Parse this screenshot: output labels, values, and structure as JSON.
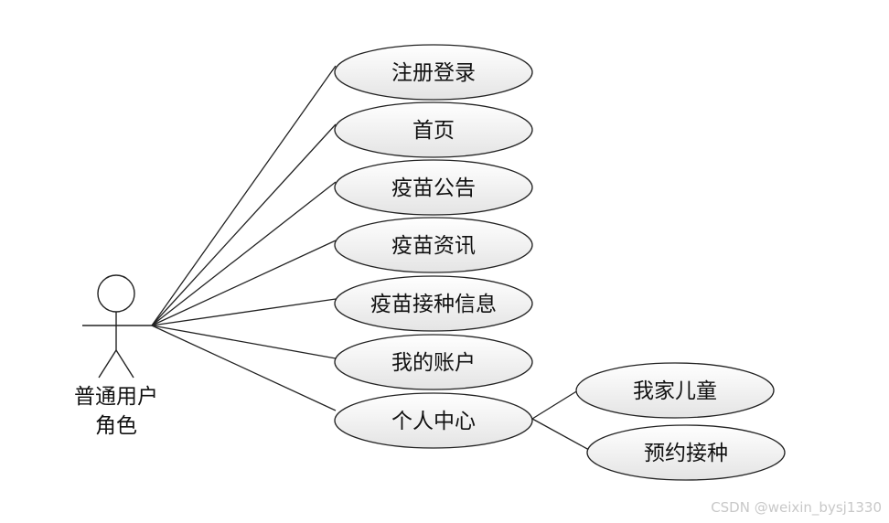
{
  "actor": {
    "label_line1": "普通用户",
    "label_line2": "角色"
  },
  "use_cases": [
    {
      "id": "uc-register-login",
      "label": "注册登录"
    },
    {
      "id": "uc-home",
      "label": "首页"
    },
    {
      "id": "uc-vaccine-notice",
      "label": "疫苗公告"
    },
    {
      "id": "uc-vaccine-news",
      "label": "疫苗资讯"
    },
    {
      "id": "uc-vaccination-info",
      "label": "疫苗接种信息"
    },
    {
      "id": "uc-my-account",
      "label": "我的账户"
    },
    {
      "id": "uc-personal-center",
      "label": "个人中心"
    }
  ],
  "sub_use_cases": [
    {
      "id": "uc-my-children",
      "label": "我家儿童",
      "parent": "uc-personal-center"
    },
    {
      "id": "uc-book-vaccination",
      "label": "预约接种",
      "parent": "uc-personal-center"
    }
  ],
  "colors": {
    "ellipse_fill_top": "#ffffff",
    "ellipse_fill_bottom": "#e4e4e4",
    "stroke": "#222222"
  },
  "watermark": "CSDN @weixin_bysj1330"
}
